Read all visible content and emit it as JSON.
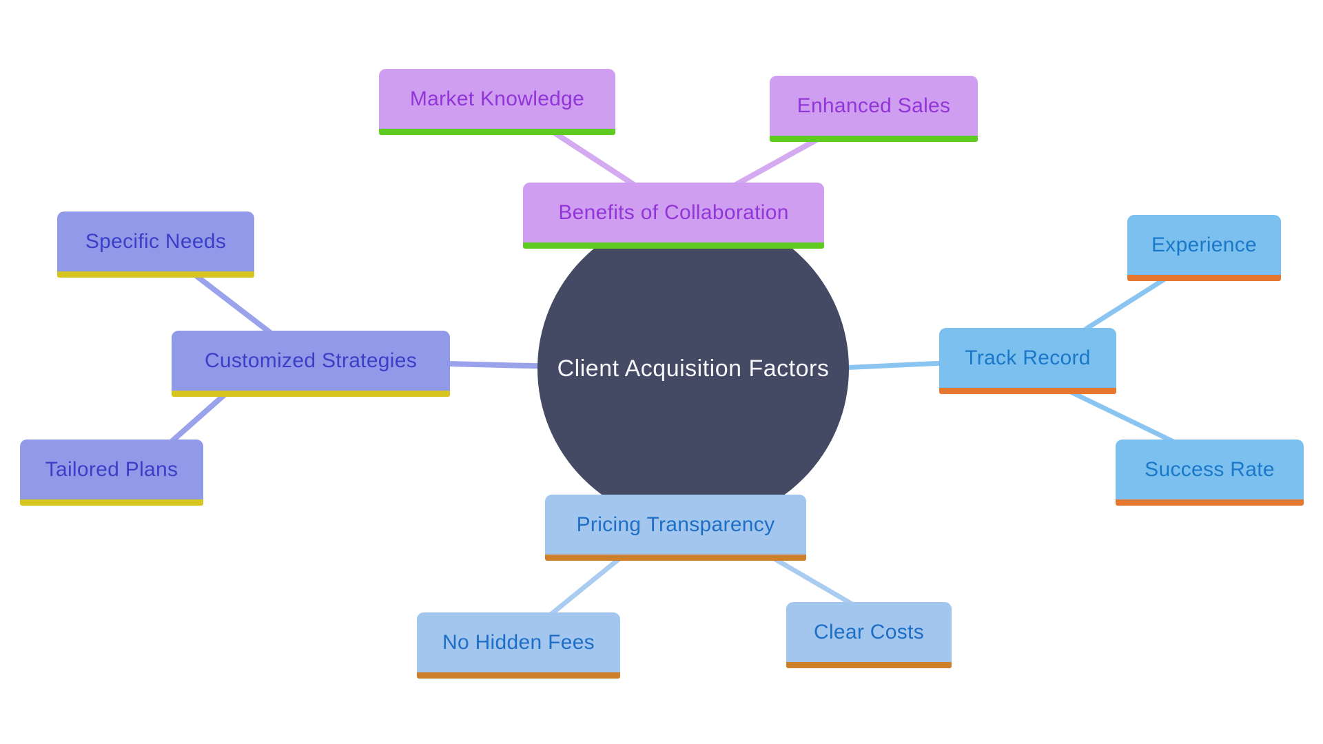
{
  "colors": {
    "background": "#ffffff",
    "center_fill": "#444a63",
    "center_text": "#f5f6fa",
    "collaboration_fill": "#cf9ef0",
    "collaboration_text": "#9135d8",
    "collaboration_underline": "#5ecb21",
    "collaboration_line": "#d4abf1",
    "strategies_fill": "#9199e9",
    "strategies_text": "#3c3ec5",
    "strategies_underline": "#d6c41f",
    "strategies_line": "#9ba2ec",
    "track_fill": "#7bc0ef",
    "track_text": "#1b78c8",
    "track_underline": "#e6772e",
    "track_line": "#8ac5f1",
    "pricing_fill": "#a2c6ee",
    "pricing_text": "#1e6ec6",
    "pricing_underline": "#cd7f2a",
    "pricing_line": "#a9ccf0"
  },
  "diagram": {
    "center": {
      "label": "Client Acquisition Factors"
    },
    "branches": {
      "collaboration": {
        "label": "Benefits of Collaboration",
        "children": {
          "market": {
            "label": "Market Knowledge"
          },
          "sales": {
            "label": "Enhanced Sales"
          }
        }
      },
      "strategies": {
        "label": "Customized Strategies",
        "children": {
          "needs": {
            "label": "Specific Needs"
          },
          "plans": {
            "label": "Tailored Plans"
          }
        }
      },
      "track": {
        "label": "Track Record",
        "children": {
          "experience": {
            "label": "Experience"
          },
          "success": {
            "label": "Success Rate"
          }
        }
      },
      "pricing": {
        "label": "Pricing Transparency",
        "children": {
          "fees": {
            "label": "No Hidden Fees"
          },
          "costs": {
            "label": "Clear Costs"
          }
        }
      }
    }
  }
}
